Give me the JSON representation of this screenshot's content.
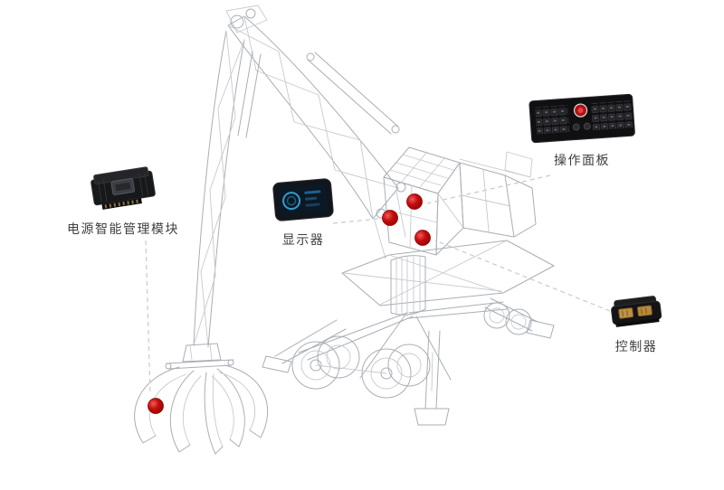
{
  "components": {
    "power_module": {
      "label": "电源智能管理模块",
      "icon": "power-management-module-image"
    },
    "display": {
      "label": "显示器",
      "icon": "display-tablet-image"
    },
    "control_panel": {
      "label": "操作面板",
      "icon": "control-panel-keypad-image"
    },
    "controller": {
      "label": "控制器",
      "icon": "controller-module-image"
    }
  },
  "hotspots": {
    "count": 4,
    "color": "#c40b0b"
  },
  "colors": {
    "background": "#ffffff",
    "wireframe": "#a9aeb6",
    "wireframe_light": "#c6c9ce",
    "leader_line": "#c8cacd",
    "label_text": "#3f3f3f",
    "hotspot": "#c40b0b"
  }
}
